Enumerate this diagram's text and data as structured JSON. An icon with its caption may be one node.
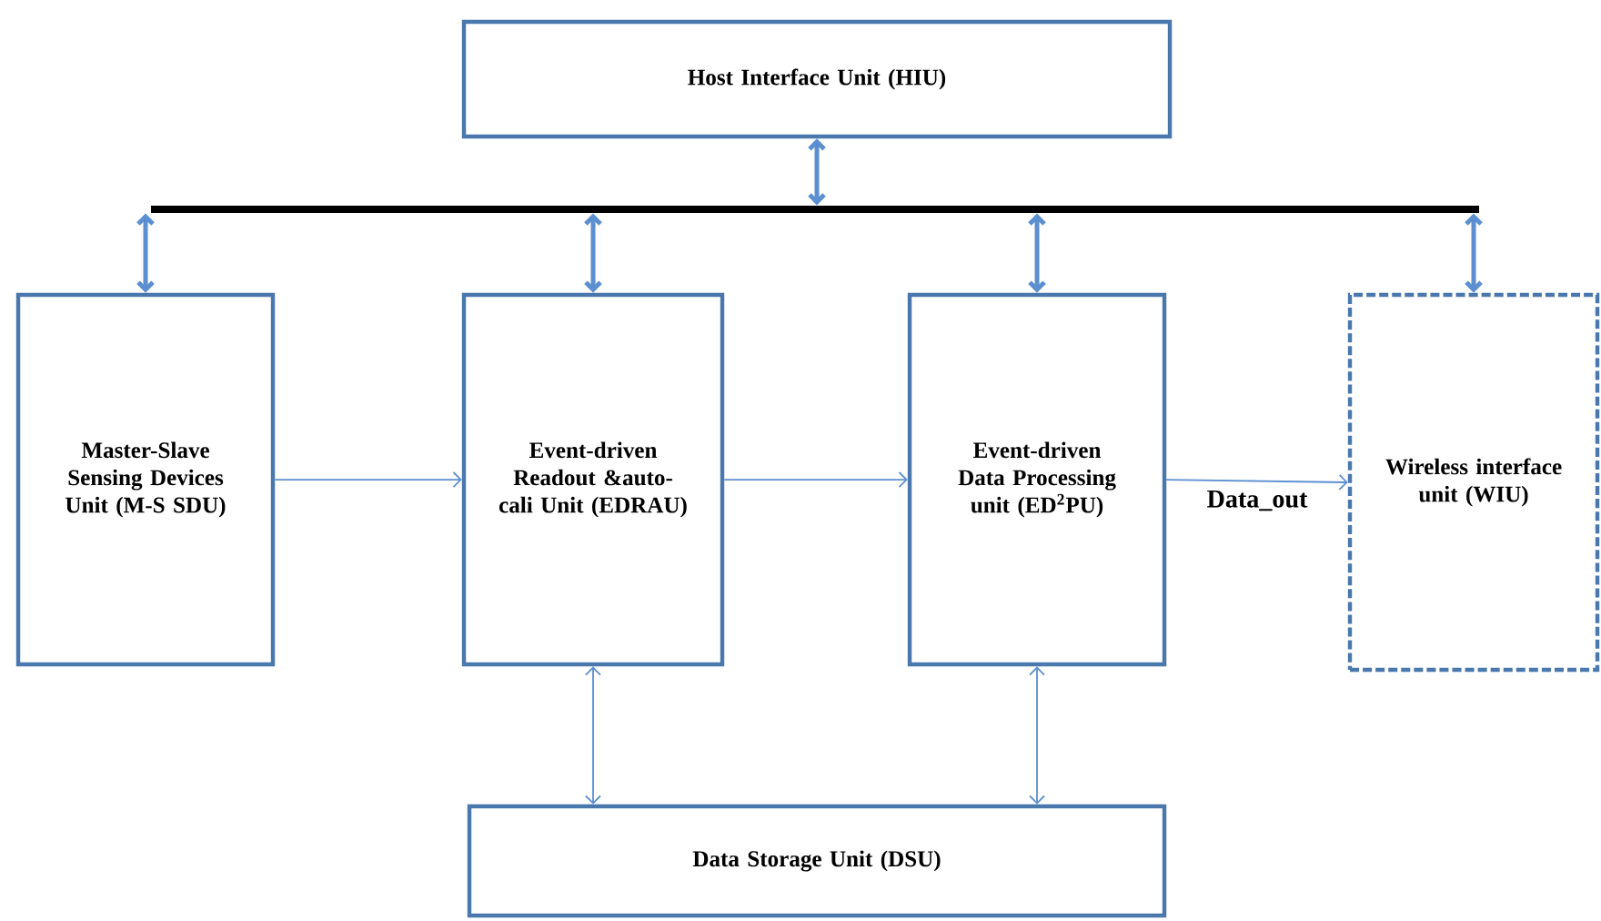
{
  "diagram": {
    "nodes": [
      {
        "text": [
          "Host Interface Unit (HIU)"
        ]
      },
      {
        "text": [],
        "shape": "bar"
      },
      {
        "text": [
          "Master-Slave Sensing Devices Unit (M-S SDU)"
        ]
      },
      {
        "text": [
          "Event-driven Readout &auto-cali Unit (EDRAU)"
        ]
      },
      {
        "text": [
          "Event-driven Data Processing unit (ED$^{2}$PU)"
        ]
      },
      {
        "text": [
          "Wireless interface unit (WIU)"
        ]
      },
      {
        "text": [
          "Data Storage Unit (DSU)"
        ]
      }
    ],
    "edges": [
      {
        "from": 0,
        "to": 1,
        "arrow": "both",
        "style": "thick"
      },
      {
        "from": 1,
        "to": 2,
        "arrow": "both",
        "style": "thick"
      },
      {
        "from": 1,
        "to": 3,
        "arrow": "both",
        "style": "thick"
      },
      {
        "from": 1,
        "to": 4,
        "arrow": "both",
        "style": "thick"
      },
      {
        "from": 1,
        "to": 5,
        "arrow": "both",
        "style": "thick"
      },
      {
        "from": 2,
        "to": 3,
        "arrow": "to"
      },
      {
        "from": 3,
        "to": 4,
        "arrow": "to"
      },
      {
        "from": 4,
        "to": 5,
        "arrow": "to",
        "label": "Data_out"
      },
      {
        "from": 3,
        "to": 6,
        "arrow": "both"
      },
      {
        "from": 4,
        "to": 6,
        "arrow": "both"
      }
    ]
  }
}
